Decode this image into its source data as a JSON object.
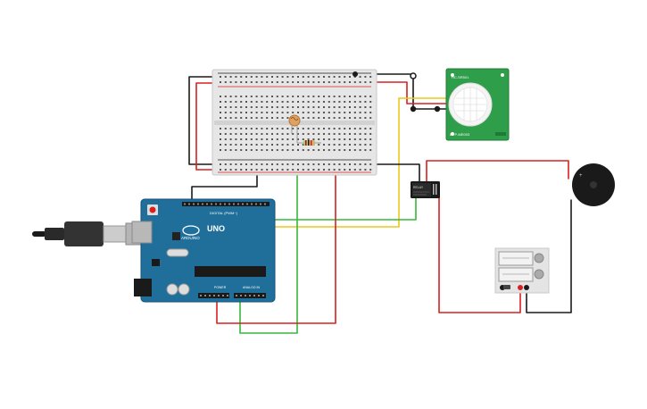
{
  "arduino": {
    "logo_text": "ARDUINO",
    "model_text": "UNO",
    "digital_header_label": "DIGITAL (PWM~)",
    "power_header_label": "POWER",
    "analog_header_label": "ANALOG IN"
  },
  "pir_sensor": {
    "label_top": "HC-SR501",
    "label_bottom": "DYP-ME003"
  },
  "relay": {
    "label": "RELAY"
  },
  "colors": {
    "wire_red": "#d92020",
    "wire_black": "#1a1a1a",
    "wire_green": "#38b838",
    "wire_yellow": "#e8c81a",
    "board_blue": "#1f6f9a",
    "pir_green": "#2e9e4a",
    "breadboard": "#e8e8e8"
  }
}
